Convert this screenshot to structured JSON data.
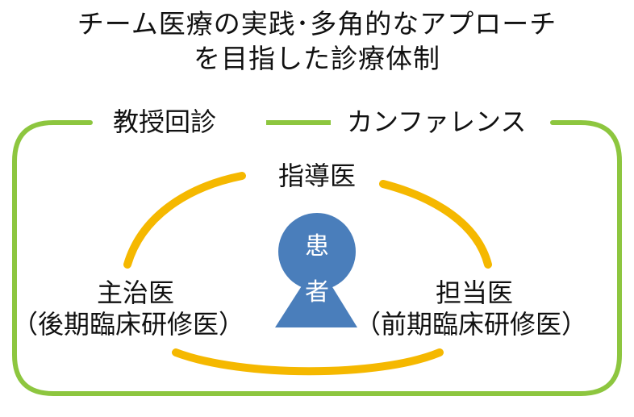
{
  "title": {
    "line1": "チーム医療の実践･多角的なアプローチ",
    "line2": "を目指した診療体制"
  },
  "frame": {
    "left_label": "教授回診",
    "right_label": "カンファレンス"
  },
  "roles": {
    "top": "指導医",
    "left_main": "主治医",
    "left_sub": "（後期臨床研修医）",
    "right_main": "担当医",
    "right_sub": "（前期臨床研修医）"
  },
  "patient": {
    "char1": "患",
    "char2": "者"
  },
  "colors": {
    "frame_green": "#8DC63F",
    "ellipse_gold": "#F5B800",
    "patient_blue": "#4A7EBB"
  }
}
